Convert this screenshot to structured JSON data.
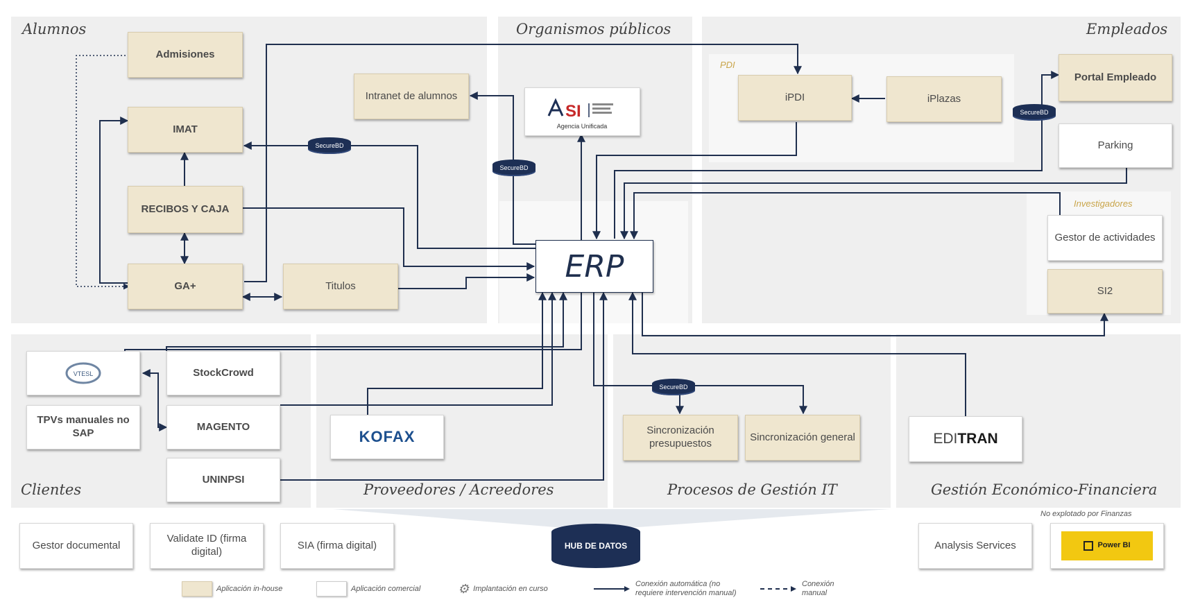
{
  "regions": {
    "alumnos": "Alumnos",
    "organismos": "Organismos públicos",
    "empleados": "Empleados",
    "clientes": "Clientes",
    "proveedores": "Proveedores / Acreedores",
    "procesos": "Procesos de Gestión IT",
    "gestion": "Gestión Económico-Financiera"
  },
  "sub_labels": {
    "pdi": "PDI",
    "investigadores": "Investigadores"
  },
  "boxes": {
    "admisiones": "Admisiones",
    "imat": "IMAT",
    "recibos": "RECIBOS Y CAJA",
    "ga": "GA+",
    "titulos": "Titulos",
    "intranet": "Intranet de alumnos",
    "ipdi": "iPDI",
    "iplazas": "iPlazas",
    "portal": "Portal Empleado",
    "parking": "Parking",
    "gestor_act": "Gestor de actividades",
    "si2": "SI2",
    "stockcrowd": "StockCrowd",
    "tpvs": "TPVs manuales no SAP",
    "magento": "MAGENTO",
    "uninpsi": "UNINPSI",
    "kofax": "KOFAX",
    "sinc_pres": "Sincronización presupuestos",
    "sinc_gen": "Sincronización general",
    "editran_a": "EDI",
    "editran_b": "TRAN",
    "gestor_doc": "Gestor documental",
    "validate": "Validate ID (firma digital)",
    "sia": "SIA (firma digital)",
    "analysis": "Analysis Services",
    "powerbi": "Power BI",
    "vtesl": "VTESL"
  },
  "center": {
    "erp": "ERP",
    "hub": "HUB DE DATOS",
    "secure": "SecureBD"
  },
  "asi": {
    "mark": "SI",
    "caption": "Agencia Unificada"
  },
  "note": "No explotado por Finanzas",
  "legend": {
    "inhouse": "Aplicación in-house",
    "comercial": "Aplicación comercial",
    "curso": "Implantación en curso",
    "auto": "Conexión automática (no requiere intervención manual)",
    "manual": "Conexión manual"
  },
  "colors": {
    "inhouse": "#efe6cf",
    "comercial": "#ffffff",
    "line": "#1f2f4e",
    "secure": "#1d2f55",
    "accent": "#c9a54a"
  }
}
